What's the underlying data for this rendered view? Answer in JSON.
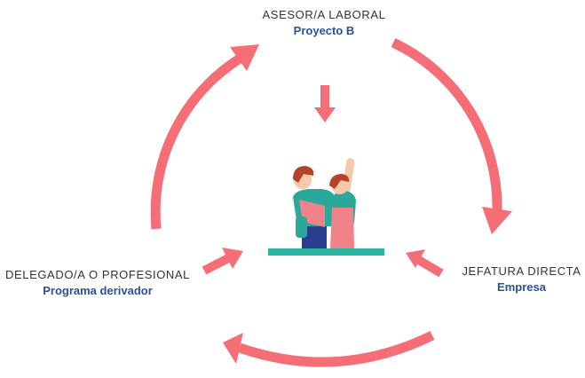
{
  "colors": {
    "arrow": "#f56e76",
    "role_text": "#333333",
    "org_text": "#2a4fa0",
    "platform": "#2bb5a0",
    "person_teal": "#2aa99a",
    "person_pink": "#f0828a",
    "skin": "#f4c8a8",
    "hair": "#b4432a",
    "navy": "#2a3d8f"
  },
  "nodes": {
    "top": {
      "role": "ASESOR/A LABORAL",
      "org": "Proyecto B"
    },
    "left": {
      "role": "DELEGADO/A O PROFESIONAL",
      "org": "Programa derivador"
    },
    "right": {
      "role": "JEFATURA DIRECTA",
      "org": "Empresa"
    }
  },
  "center": {
    "icon": "two-workers-illustration",
    "inward_arrows": [
      "top",
      "left",
      "right"
    ]
  },
  "cycle": {
    "direction": "clockwise",
    "arrows": [
      "top-to-right",
      "right-to-left",
      "left-to-top"
    ]
  }
}
